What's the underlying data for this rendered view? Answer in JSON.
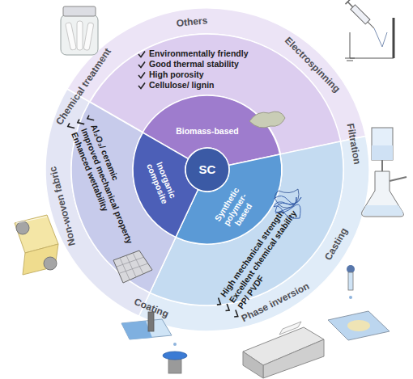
{
  "diagram": {
    "nodes": [
      {
        "text": [
          "Others",
          "Electrospinning",
          "Filtration",
          "Casting",
          "Phase inversion",
          "Coating",
          "Non-woven fabric",
          "Chemical treatment"
        ]
      },
      {
        "text": [
          "Environmentally friendly",
          "Good thermal stability",
          "High porosity",
          "Cellulose/ lignin"
        ],
        "in": 0
      },
      {
        "text": [
          "High mechanical strength",
          "Excellent chemical stability",
          "PP/ PVDF"
        ],
        "in": 0
      },
      {
        "text": [
          "Enhanced wettability",
          "Improved mechanical property",
          "Al₂O₃/ ceramic"
        ],
        "in": 0
      },
      {
        "text": [
          "Biomass-based"
        ],
        "in": 0
      },
      {
        "text": [
          "Synthetic polymer-based"
        ],
        "in": 0
      },
      {
        "text": [
          "Inorganic composite"
        ],
        "in": 0
      },
      {
        "text": [
          "SC"
        ],
        "in": 0
      }
    ]
  }
}
